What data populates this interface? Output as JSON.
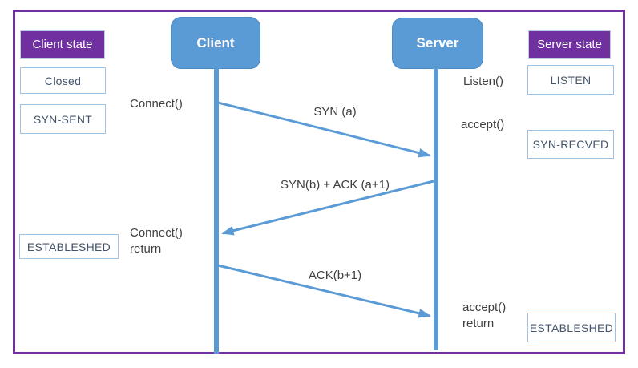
{
  "colors": {
    "purple": "#7030A0",
    "blue": "#5B9BD5",
    "state_border": "#9DC3E6",
    "state_text": "#44546A",
    "label_text": "#3F3F3F"
  },
  "actors": {
    "client": "Client",
    "server": "Server"
  },
  "client_states": {
    "header": "Client state",
    "items": [
      "Closed",
      "SYN-SENT",
      "ESTABLESHED"
    ]
  },
  "server_states": {
    "header": "Server state",
    "items": [
      "LISTEN",
      "SYN-RECVED",
      "ESTABLESHED"
    ]
  },
  "api_labels": {
    "connect": "Connect()",
    "listen": "Listen()",
    "accept": "accept()",
    "connect_return": [
      "Connect()",
      "return"
    ],
    "accept_return": [
      "accept()",
      "return"
    ]
  },
  "messages": [
    {
      "label": "SYN (a)",
      "from": "client",
      "to": "server"
    },
    {
      "label": "SYN(b) + ACK (a+1)",
      "from": "server",
      "to": "client"
    },
    {
      "label": "ACK(b+1)",
      "from": "client",
      "to": "server"
    }
  ]
}
